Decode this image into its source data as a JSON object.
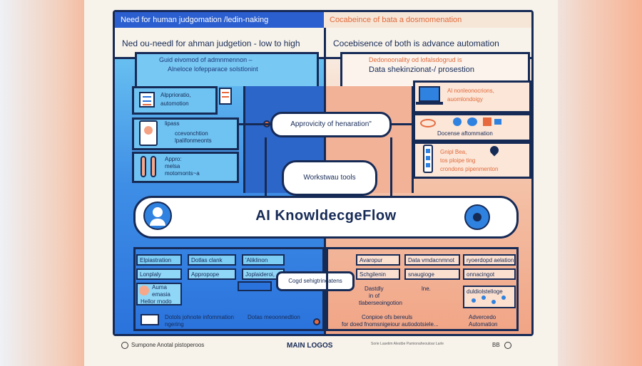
{
  "header": {
    "left_title": "Need for human judgomation /ledin-naking",
    "right_title": "Cocabeince of bata a dosmomenation"
  },
  "subheader": {
    "left": "Ned ou-needl for ahman judgetion - low to high",
    "right": "Cocebisence of both is advance automation"
  },
  "left_panel": {
    "caption_line1": "Guid eivomod of admnmennon –",
    "caption_line2": "Alneloce lofepparace solstlonint",
    "cards": [
      {
        "line1": "Alpprioratio,",
        "line2": "automotion"
      },
      {
        "line1": "lipass",
        "line2": "ccevonchtion",
        "line3": "lpalifonmeonts"
      },
      {
        "line1": "Appro:",
        "line2": "melsa",
        "line3": "motomonts~a"
      }
    ]
  },
  "right_panel": {
    "caption_line1": "Dedonoonality od lofalsdogrud is",
    "caption_line2": "Data shekinzionat-/ prosestion",
    "items": [
      {
        "line1": "Al nonleonocrions,",
        "line2": "auomlondoigy"
      },
      {
        "line1": "Docense aftommation"
      },
      {
        "line1": "Gnipl Bea,",
        "line2": "tos ploipe ting",
        "line3": "crondons pipenmenton"
      }
    ]
  },
  "center": {
    "bubble_top": "Approvicity of henaration\"",
    "bubble_mid": "Workstwau tools",
    "main_title": "AI KnowldecgeFlow",
    "chip_label": "Cogd sehigtrinoatens"
  },
  "bottom_left": {
    "row1": [
      "Elpiastration",
      "Dotlas clank",
      "'Aliklinon"
    ],
    "row2": [
      "Lonplaly",
      "Appropope",
      "Joplaideroi,"
    ],
    "row3": [
      "Auma",
      "emasia",
      "Hellor rnodo"
    ],
    "footer_text": "Dotols johnote infommation ngering",
    "footer_text2": "Dotas meoonnedtion"
  },
  "bottom_right": {
    "row1": [
      "Avaropur",
      "Data vmdacnmnot",
      "ryoerdopd aelation"
    ],
    "row2": [
      "Schgilenin",
      "snaugioge",
      "onnacingot"
    ],
    "row3": [
      "Dastdly",
      "in of",
      "tlaberseoingotion",
      "lne.",
      "duldiolstelloge"
    ],
    "footer_text": "Conpioe ofs bereuls",
    "footer_text2": "for doed fnomsnigeiour autiodotsiele...",
    "footer_right1": "Advercedo",
    "footer_right2": "Automation"
  },
  "footer": {
    "left": "Sumpone Anotal pistoperoos",
    "center": "MAIN LOGOS",
    "right": "Sorie Lasetim Alestbe Parnionaheoutoar Larle",
    "right_mark": "BB"
  },
  "colors": {
    "navy": "#162a56",
    "blue": "#2a72dc",
    "light_blue": "#6fc3f2",
    "orange": "#f1a485",
    "cream": "#f8f3ea"
  }
}
